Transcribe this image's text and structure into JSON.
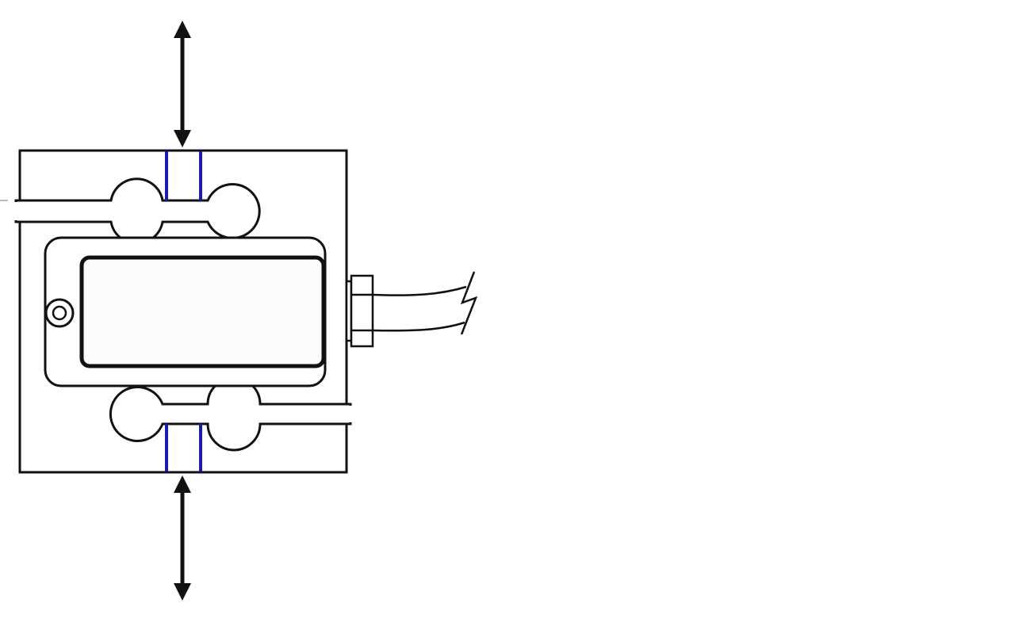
{
  "diagram": {
    "subject": "s-type-load-cell",
    "colors": {
      "outline": "#111111",
      "strain_gauge": "#1a1ab4",
      "background": "#ffffff"
    },
    "elements": [
      "load-arrow-top",
      "load-arrow-bottom",
      "cell-body",
      "upper-slot",
      "lower-slot",
      "strain-gauges",
      "inner-frame",
      "mounting-bolt",
      "cable-connector",
      "cable"
    ]
  }
}
